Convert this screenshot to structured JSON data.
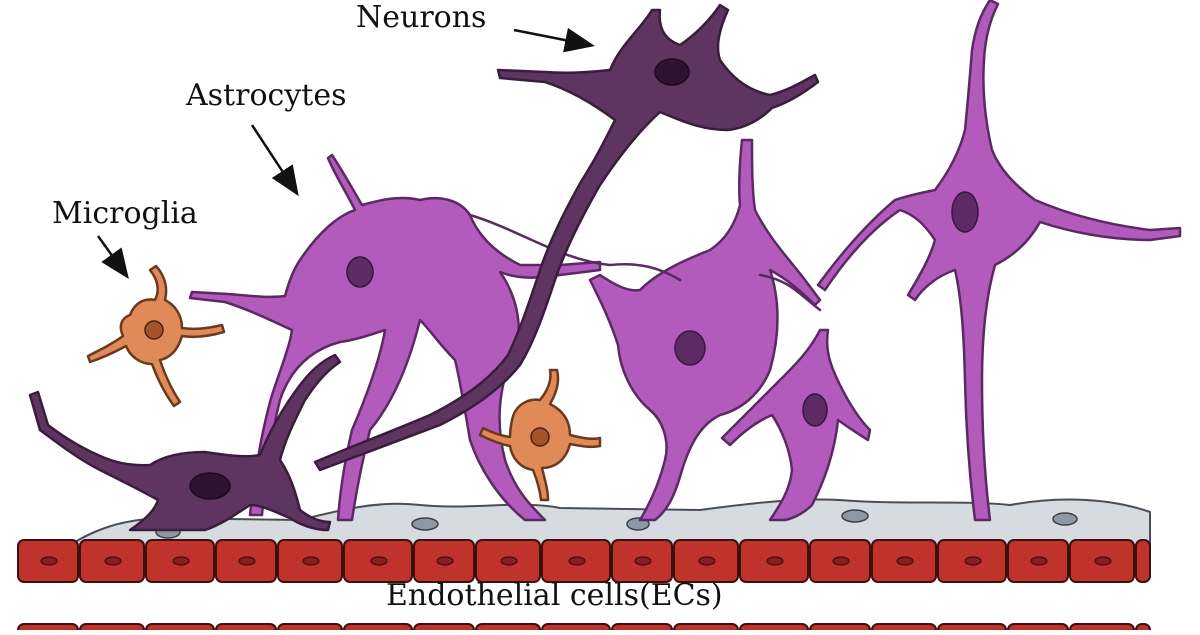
{
  "labels": {
    "neurons": "Neurons",
    "astrocytes": "Astrocytes",
    "microglia": "Microglia",
    "endothelial": "Endothelial cells(ECs)"
  },
  "colors": {
    "background": "#ffffff",
    "neuron": "#5e3561",
    "neuron_outline": "#3a1d3c",
    "astrocyte": "#b25bbd",
    "astrocyte_outline": "#5b2a63",
    "microglia": "#df8a57",
    "microglia_outline": "#6b3a1e",
    "endothelial": "#c0322c",
    "endothelial_nucleus": "#8b1e1c",
    "pericyte": "#d6dbe1",
    "pericyte_nucleus": "#8d98a6"
  }
}
